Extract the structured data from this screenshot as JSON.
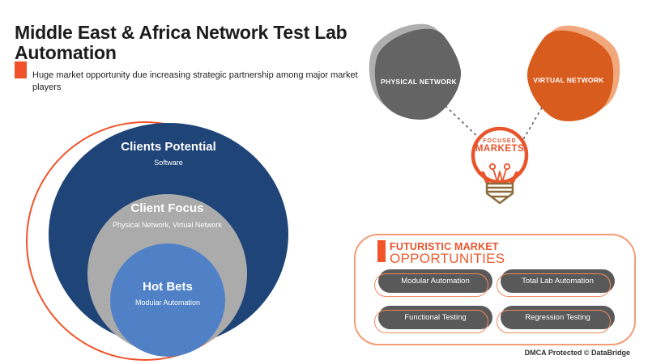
{
  "page": {
    "title": "Middle East & Africa Network Test Lab Automation",
    "subtitle": "Huge market opportunity due increasing strategic partnership among major market players",
    "footer": "DMCA Protected © DataBridge"
  },
  "venn": {
    "rings": [
      {
        "label": "Clients Potential",
        "sublabel": "Software",
        "color": "#1E4478"
      },
      {
        "label": "Client Focus",
        "sublabel": "Physical Network, Virtual Network",
        "color": "#ABABAB"
      },
      {
        "label": "Hot Bets",
        "sublabel": "Modular Automation",
        "color": "#5081C6"
      }
    ],
    "accent_ring_color": "#F0532A"
  },
  "markets": {
    "nodes": [
      {
        "label": "PHYSICAL NETWORK",
        "color": "#646464"
      },
      {
        "label": "VIRTUAL NETWORK",
        "color": "#D85C1E"
      }
    ],
    "hub": {
      "line1": "FOCUSED",
      "line2": "MARKETS",
      "color": "#E8542B"
    }
  },
  "opportunities": {
    "heading_line1": "FUTURISTIC MARKET",
    "heading_line2": "OPPORTUNITIES",
    "items": [
      "Modular Automation",
      "Total Lab Automation",
      "Functional Testing",
      "Regression Testing"
    ]
  },
  "colors": {
    "accent_orange": "#F0532A",
    "navy": "#1E4478",
    "gray": "#ABABAB",
    "light_blue": "#5081C6",
    "blob_gray": "#646464",
    "blob_orange": "#D85C1E",
    "panel_border": "#F59C74",
    "pill_fill": "#595959",
    "bulb_base_brown": "#8C6A3C"
  }
}
